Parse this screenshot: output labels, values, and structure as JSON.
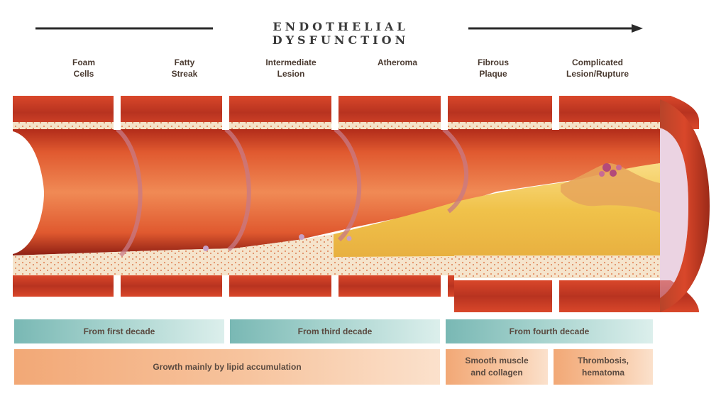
{
  "title": "ENDOTHELIAL DYSFUNCTION",
  "stages": [
    {
      "label": "Foam\nCells"
    },
    {
      "label": "Fatty\nStreak"
    },
    {
      "label": "Intermediate\nLesion"
    },
    {
      "label": "Atheroma"
    },
    {
      "label": "Fibrous\nPlaque"
    },
    {
      "label": "Complicated\nLesion/Rupture"
    }
  ],
  "onset_bands": [
    {
      "label": "From first decade"
    },
    {
      "label": "From third decade"
    },
    {
      "label": "From fourth decade"
    }
  ],
  "growth_bands": [
    {
      "label": "Growth mainly by lipid accumulation"
    },
    {
      "label": "Smooth muscle\nand collagen"
    },
    {
      "label": "Thrombosis,\nhematoma"
    }
  ],
  "colors": {
    "vessel_outer": "#c83a22",
    "vessel_wall": "#e0512f",
    "lumen": "#e86a3c",
    "intima": "#f3e2c8",
    "plaque_core": "#f3c95a",
    "thrombus": "#b34a7a",
    "teal_band": "#79b8b4",
    "orange_band": "#f2a876"
  }
}
